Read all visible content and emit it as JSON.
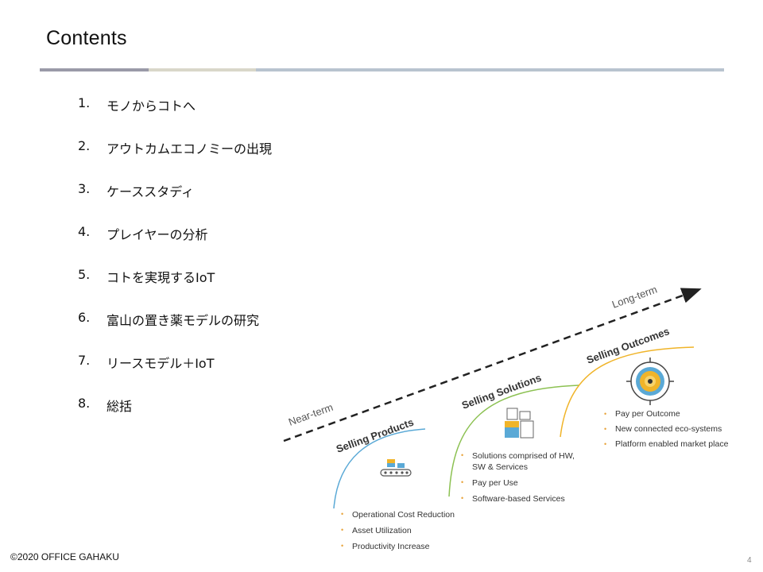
{
  "slide": {
    "title": "Contents",
    "footer": "©2020 OFFICE GAHAKU",
    "page_number": "4"
  },
  "toc": [
    {
      "num": "1.",
      "text": "モノからコトへ"
    },
    {
      "num": "2.",
      "text": "アウトカムエコノミーの出現"
    },
    {
      "num": "3.",
      "text": "ケーススタディ"
    },
    {
      "num": "4.",
      "text": "プレイヤーの分析"
    },
    {
      "num": "5.",
      "text": "コトを実現するIoT"
    },
    {
      "num": "6.",
      "text": "富山の置き薬モデルの研究"
    },
    {
      "num": "7.",
      "text": "リースモデル＋IoT"
    },
    {
      "num": "8.",
      "text": "総括"
    }
  ],
  "diagram": {
    "near_term": "Near-term",
    "long_term": "Long-term",
    "stages": [
      {
        "title": "Selling Products",
        "bullets": [
          "Operational Cost Reduction",
          "Asset Utilization",
          "Productivity Increase"
        ]
      },
      {
        "title": "Selling Solutions",
        "bullets": [
          "Solutions comprised of HW,",
          "SW & Services",
          "Pay per Use",
          "Software-based Services"
        ]
      },
      {
        "title": "Selling Outcomes",
        "bullets": [
          "Pay per Outcome",
          "New connected eco-systems",
          "Platform enabled market place"
        ]
      }
    ],
    "colors": {
      "products": "#5aa9d6",
      "solutions": "#8cc152",
      "outcomes": "#f0b429",
      "bullet": "#e8a33a",
      "text": "#333333"
    }
  }
}
